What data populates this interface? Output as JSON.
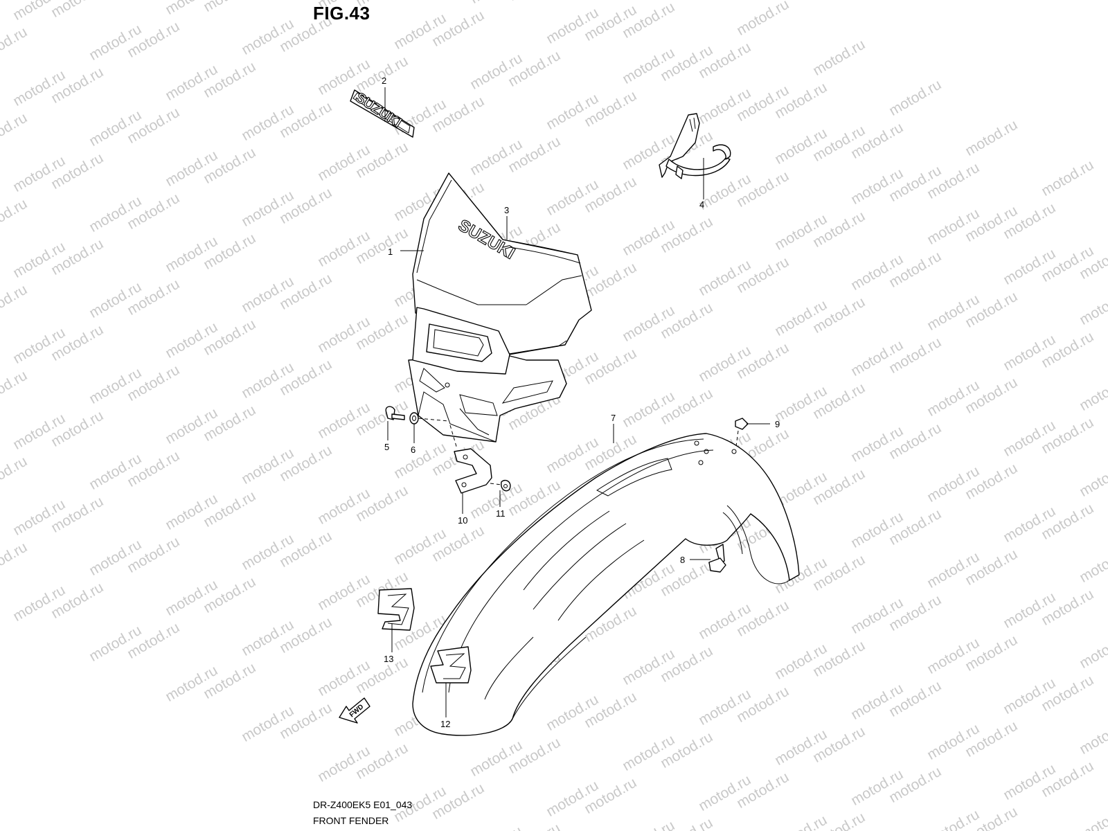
{
  "figure": {
    "title": "FIG.43",
    "model_code": "DR-Z400EK5 E01_043",
    "section_name": "FRONT FENDER"
  },
  "watermark": "motod.ru",
  "logo_text": "SUZUKI",
  "fwd_label": "FWD",
  "parts": [
    {
      "num": "1",
      "name": "headlight-cover"
    },
    {
      "num": "2",
      "name": "suzuki-emblem"
    },
    {
      "num": "3",
      "name": "cover-decal"
    },
    {
      "num": "4",
      "name": "headlight-bracket"
    },
    {
      "num": "5",
      "name": "screw"
    },
    {
      "num": "6",
      "name": "washer"
    },
    {
      "num": "7",
      "name": "front-fender"
    },
    {
      "num": "8",
      "name": "bolt"
    },
    {
      "num": "9",
      "name": "nut"
    },
    {
      "num": "10",
      "name": "stay"
    },
    {
      "num": "11",
      "name": "screw"
    },
    {
      "num": "12",
      "name": "fender-emblem"
    },
    {
      "num": "13",
      "name": "emblem"
    }
  ]
}
